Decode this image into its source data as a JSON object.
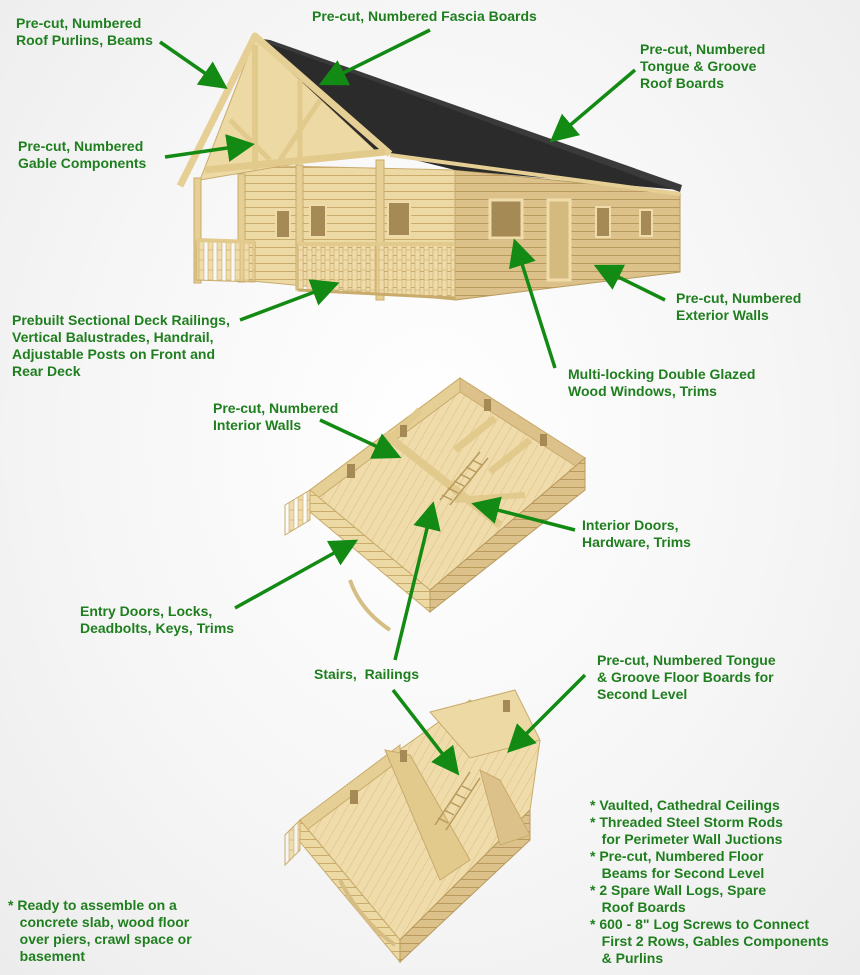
{
  "colors": {
    "label": "#1f7f1f",
    "arrow": "#138a13",
    "wood_light": "#f1e0b0",
    "wood_mid": "#e2c98c",
    "wood_dark": "#c9ab6c",
    "roof": "#2b2b2b"
  },
  "labels": {
    "roof_purlins": "Pre-cut, Numbered\nRoof Purlins, Beams",
    "fascia": "Pre-cut, Numbered Fascia Boards",
    "tongue_groove_roof": "Pre-cut, Numbered\nTongue & Groove\nRoof Boards",
    "gable": "Pre-cut, Numbered\nGable Components",
    "exterior_walls": "Pre-cut, Numbered\nExterior Walls",
    "deck_railings": "Prebuilt Sectional Deck Railings,\nVertical Balustrades, Handrail,\nAdjustable Posts on Front and\nRear Deck",
    "windows": "Multi-locking Double Glazed\nWood Windows, Trims",
    "interior_walls": "Pre-cut, Numbered\nInterior Walls",
    "interior_doors": "Interior Doors,\nHardware, Trims",
    "entry_doors": "Entry Doors, Locks,\nDeadbolts, Keys, Trims",
    "stairs": "Stairs,  Railings",
    "floor_boards": "Pre-cut, Numbered Tongue\n& Groove Floor Boards for\nSecond Level"
  },
  "notes_right": [
    "* Vaulted, Cathedral Ceilings",
    "* Threaded Steel Storm Rods\n   for Perimeter Wall Juctions",
    "* Pre-cut, Numbered Floor\n   Beams for Second Level",
    "* 2 Spare Wall Logs, Spare\n   Roof Boards",
    "* 600 - 8\" Log Screws to Connect\n   First 2 Rows, Gables Components\n   & Purlins"
  ],
  "notes_left": "* Ready to assemble on a\n   concrete slab, wood floor\n   over piers, crawl space or\n   basement"
}
